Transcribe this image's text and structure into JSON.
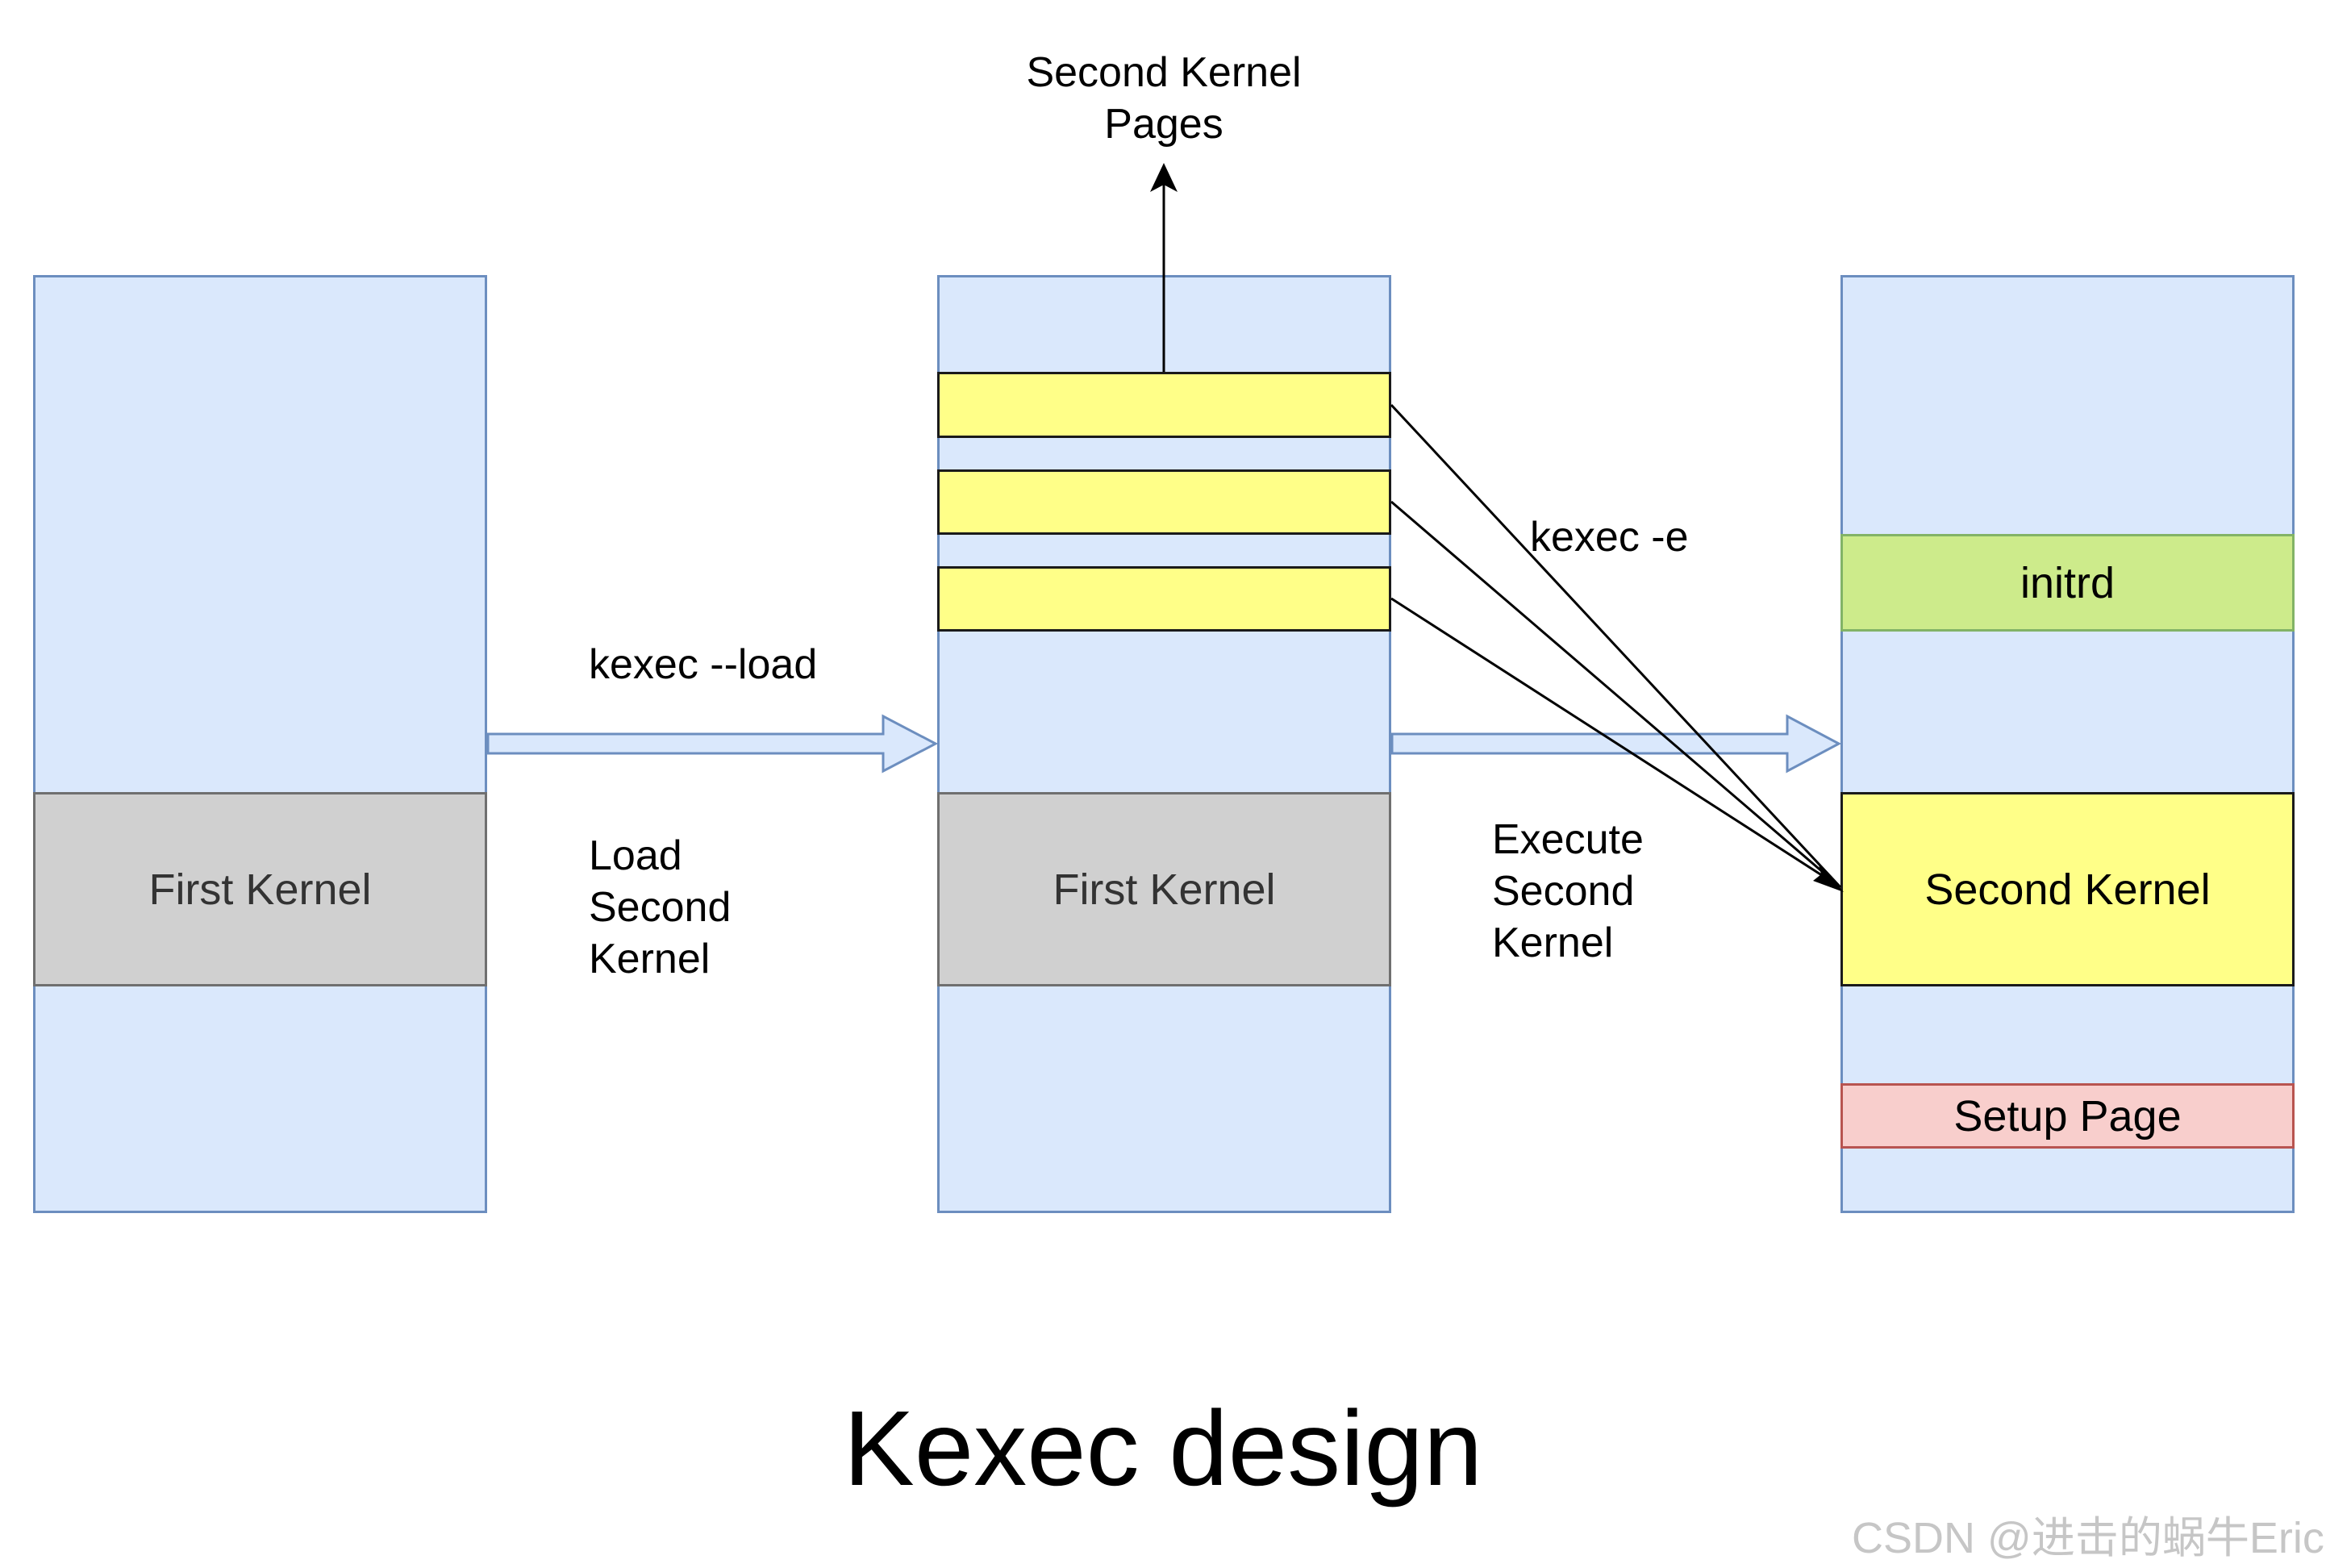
{
  "diagram": {
    "title": "Kexec design",
    "left_column": {
      "first_kernel": "First Kernel"
    },
    "middle_column": {
      "first_kernel": "First Kernel"
    },
    "right_column": {
      "initrd": "initrd",
      "second_kernel": "Second Kernel",
      "setup_page": "Setup Page"
    },
    "pages_label": {
      "line1": "Second Kernel",
      "line2": "Pages"
    },
    "load_arrow": {
      "command": "kexec --load",
      "desc_line1": "Load",
      "desc_line2": "Second",
      "desc_line3": "Kernel"
    },
    "execute_arrow": {
      "command": "kexec -e",
      "desc_line1": "Execute",
      "desc_line2": "Second",
      "desc_line3": "Kernel"
    },
    "colors": {
      "memory_fill": "#dae8fc",
      "memory_border": "#6c8ebf",
      "kernel_gray": "#d0d0d0",
      "page_yellow": "#ffff88",
      "initrd_green": "#cdeb8b",
      "setup_red": "#f8cecc"
    }
  },
  "watermark": "CSDN @进击的蜗牛Eric"
}
